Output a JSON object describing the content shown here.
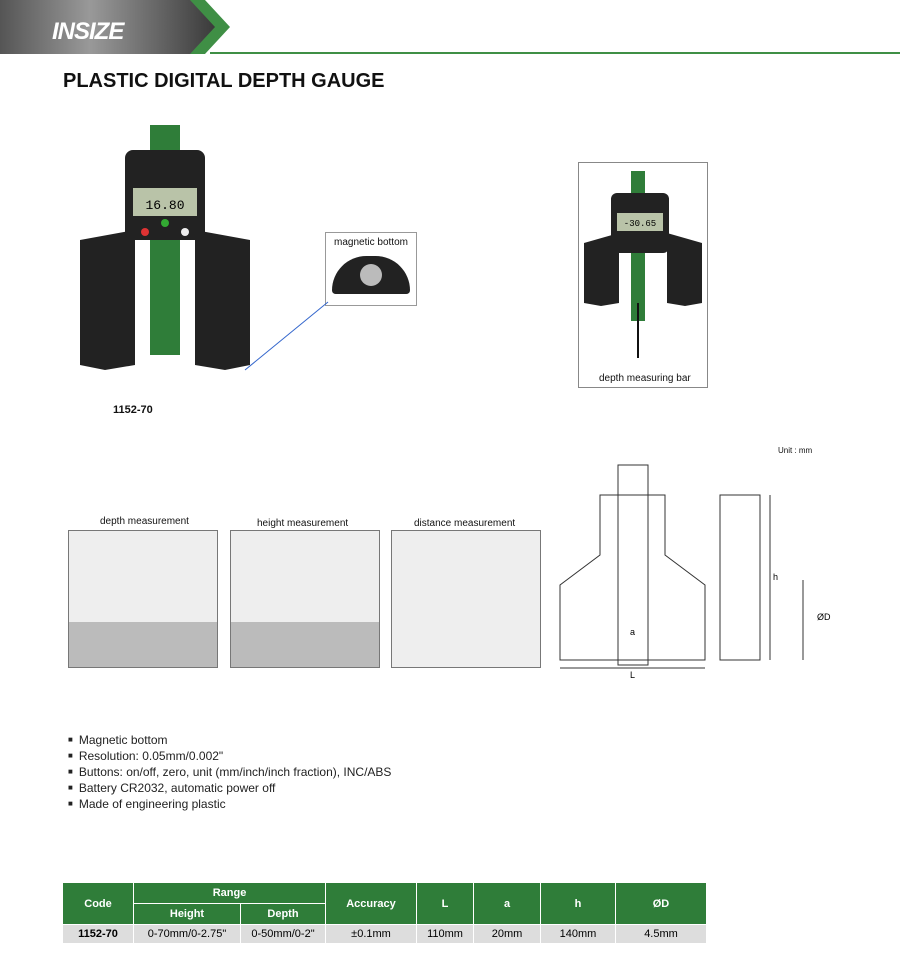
{
  "brand": "INSIZE",
  "title": "PLASTIC DIGITAL DEPTH GAUGE",
  "product_code": "1152-70",
  "display_reading_main": "16.80",
  "display_reading_inset": "-30.65",
  "callouts": {
    "magnetic": "magnetic bottom",
    "bar": "depth measuring bar"
  },
  "unit": "Unit : mm",
  "panels": [
    "depth measurement",
    "height measurement",
    "distance measurement"
  ],
  "dims": {
    "L": "L",
    "a": "a",
    "h": "h",
    "D": "ØD"
  },
  "features": [
    "Magnetic bottom",
    "Resolution: 0.05mm/0.002\"",
    "Buttons: on/off, zero, unit (mm/inch/inch fraction), INC/ABS",
    "Battery CR2032, automatic power off",
    "Made of engineering plastic"
  ],
  "table": {
    "headers": {
      "code": "Code",
      "range": "Range",
      "height": "Height",
      "depth": "Depth",
      "accuracy": "Accuracy",
      "L": "L",
      "a": "a",
      "h": "h",
      "D": "ØD"
    },
    "rows": [
      {
        "code": "1152-70",
        "height": "0-70mm/0-2.75\"",
        "depth": "0-50mm/0-2\"",
        "accuracy": "±0.1mm",
        "L": "110mm",
        "a": "20mm",
        "h": "140mm",
        "D": "4.5mm"
      }
    ]
  },
  "colors": {
    "green": "#2f7d39"
  }
}
